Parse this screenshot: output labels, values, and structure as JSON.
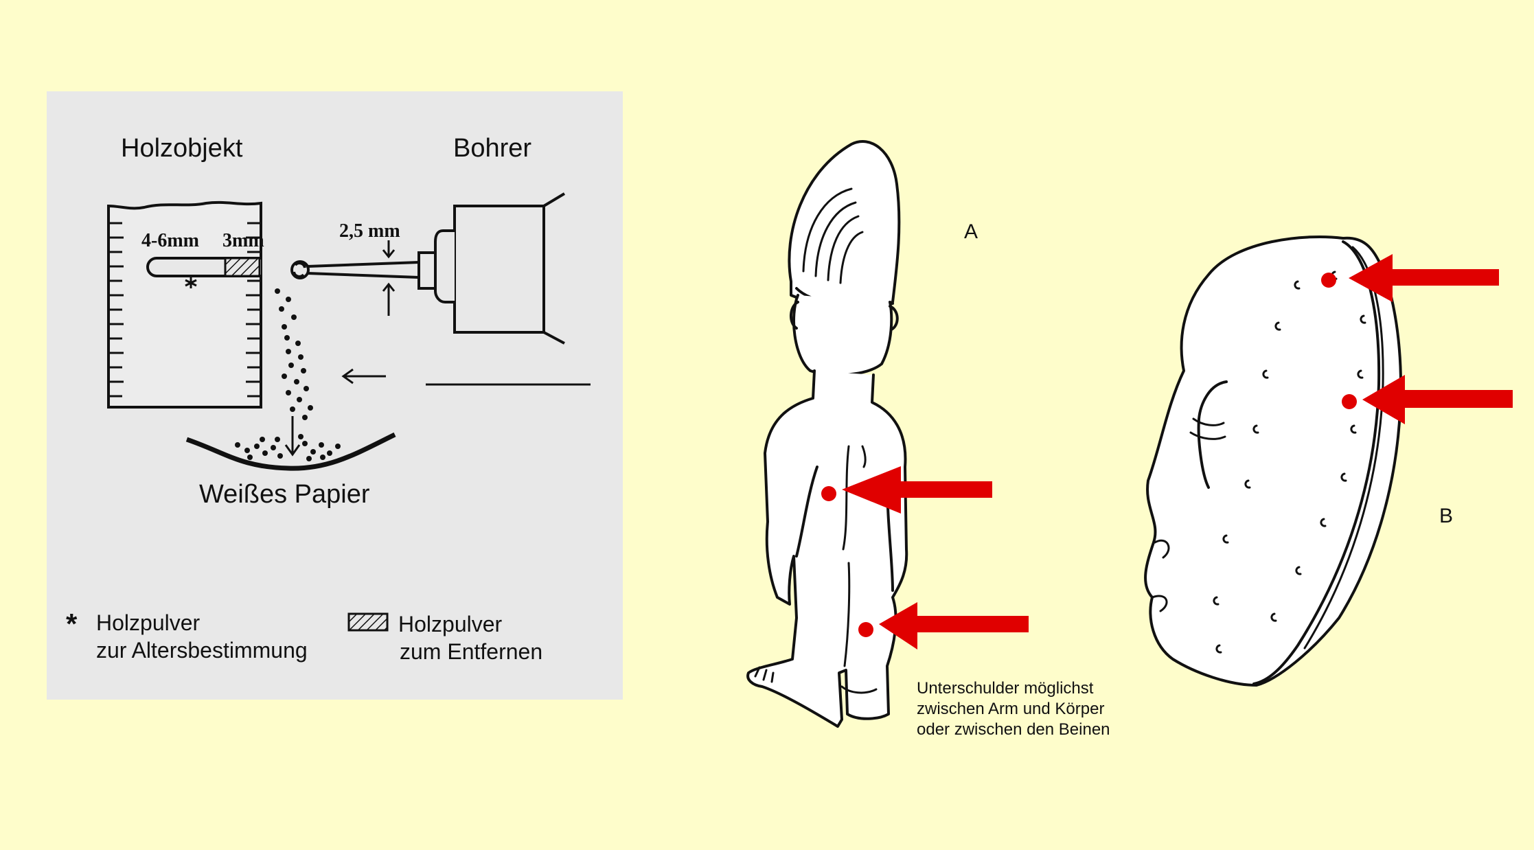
{
  "left_diagram": {
    "title_object": "Holzobjekt",
    "title_drill": "Bohrer",
    "depth_label_1": "4-6mm",
    "depth_label_2": "3mm",
    "drill_diameter": "2,5 mm",
    "paper_label": "Weißes Papier",
    "legend_1_symbol": "*",
    "legend_1_line1": "Holzpulver",
    "legend_1_line2": "zur Altersbestimmung",
    "legend_2_line1": "Holzpulver",
    "legend_2_line2": "zum Entfernen"
  },
  "right_diagram": {
    "figure_a_label": "A",
    "figure_b_label": "B",
    "note_lines": [
      "Unterschulder möglichst",
      "zwischen Arm und Körper",
      "oder zwischen den Beinen"
    ]
  },
  "colors": {
    "background": "#FEFDCB",
    "panel": "#E8E8E8",
    "marker": "#E00000"
  }
}
